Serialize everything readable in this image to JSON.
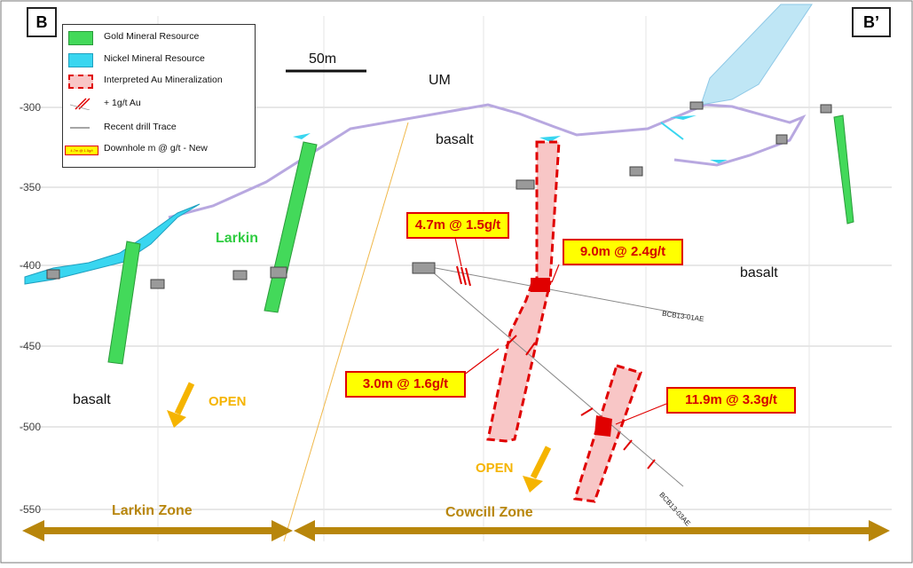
{
  "corner_labels": {
    "left": "B",
    "right": "B’"
  },
  "scale_bar": {
    "label": "50m"
  },
  "y_axis": {
    "ticks": [
      "-300",
      "-350",
      "-400",
      "-450",
      "-500",
      "-550"
    ]
  },
  "legend": {
    "items": [
      {
        "label": "Gold Mineral Resource",
        "icon": "green-box",
        "color": "#43d95a"
      },
      {
        "label": "Nickel Mineral Resource",
        "icon": "cyan-box",
        "color": "#39d6f0"
      },
      {
        "label": "Interpreted Au Mineralization",
        "icon": "red-dashed-box",
        "color": "#e00000"
      },
      {
        "label": "+ 1g/t Au",
        "icon": "red-ticks"
      },
      {
        "label": "Recent drill Trace",
        "icon": "grey-line"
      },
      {
        "label": "Downhole m @ g/t - New",
        "icon": "yellow-tag",
        "tag_text": "4.7m @ 1.5g/t"
      }
    ]
  },
  "lithology": {
    "um": "UM",
    "basalt_top": "basalt",
    "basalt_right": "basalt",
    "basalt_left": "basalt"
  },
  "resource_labels": {
    "larkin": "Larkin"
  },
  "callouts": {
    "c1": "4.7m @ 1.5g/t",
    "c2": "9.0m @ 2.4g/t",
    "c3": "3.0m @ 1.6g/t",
    "c4": "11.9m @ 3.3g/t"
  },
  "drill_holes": {
    "h1": "BCB13-01AE",
    "h2": "BCB13-03AE"
  },
  "open_labels": {
    "left": "OPEN",
    "right": "OPEN"
  },
  "zones": {
    "larkin": "Larkin Zone",
    "cowcill": "Cowcill Zone"
  },
  "colors": {
    "gold_resource": "#43d95a",
    "nickel_resource": "#39d6f0",
    "mineralization_fill": "#f8c6c6",
    "mineralization_edge": "#e00000",
    "zone_arrow": "#b8860b",
    "open_arrow": "#f5b400",
    "callout_bg": "#ffff00"
  }
}
